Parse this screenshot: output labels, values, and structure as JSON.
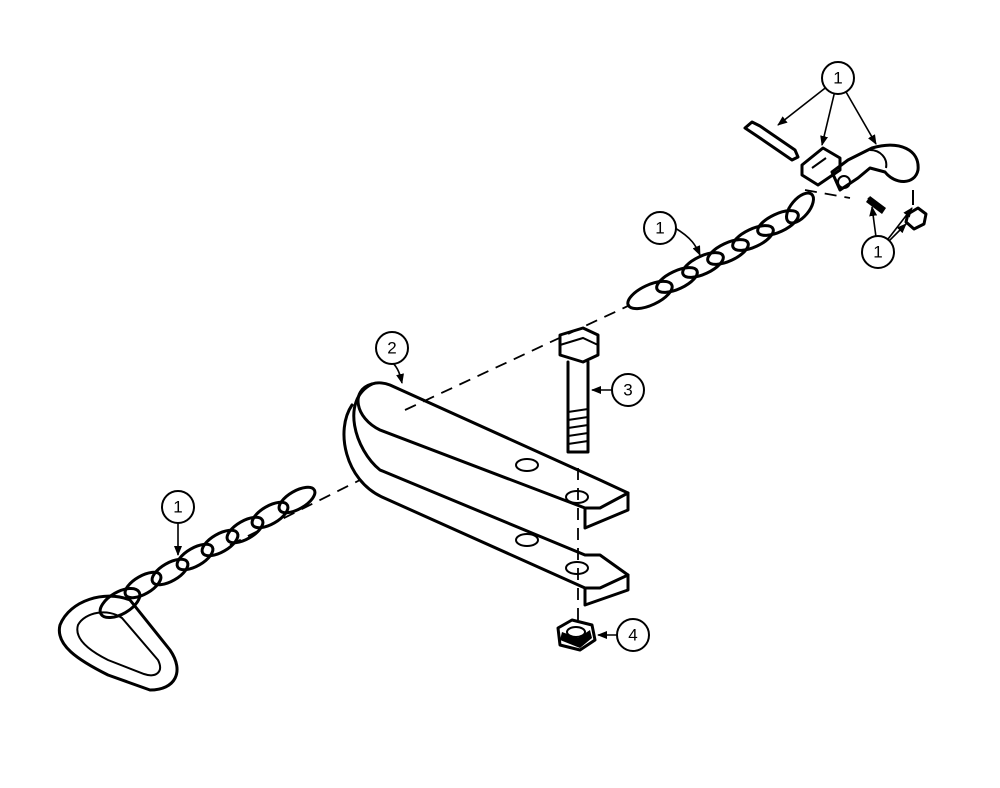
{
  "callouts": {
    "c1_hook_group": "1",
    "c1_upper_chain": "1",
    "c1_small_parts": "1",
    "c1_lower_chain": "1",
    "c2_bracket": "2",
    "c3_bolt": "3",
    "c4_nut": "4"
  }
}
